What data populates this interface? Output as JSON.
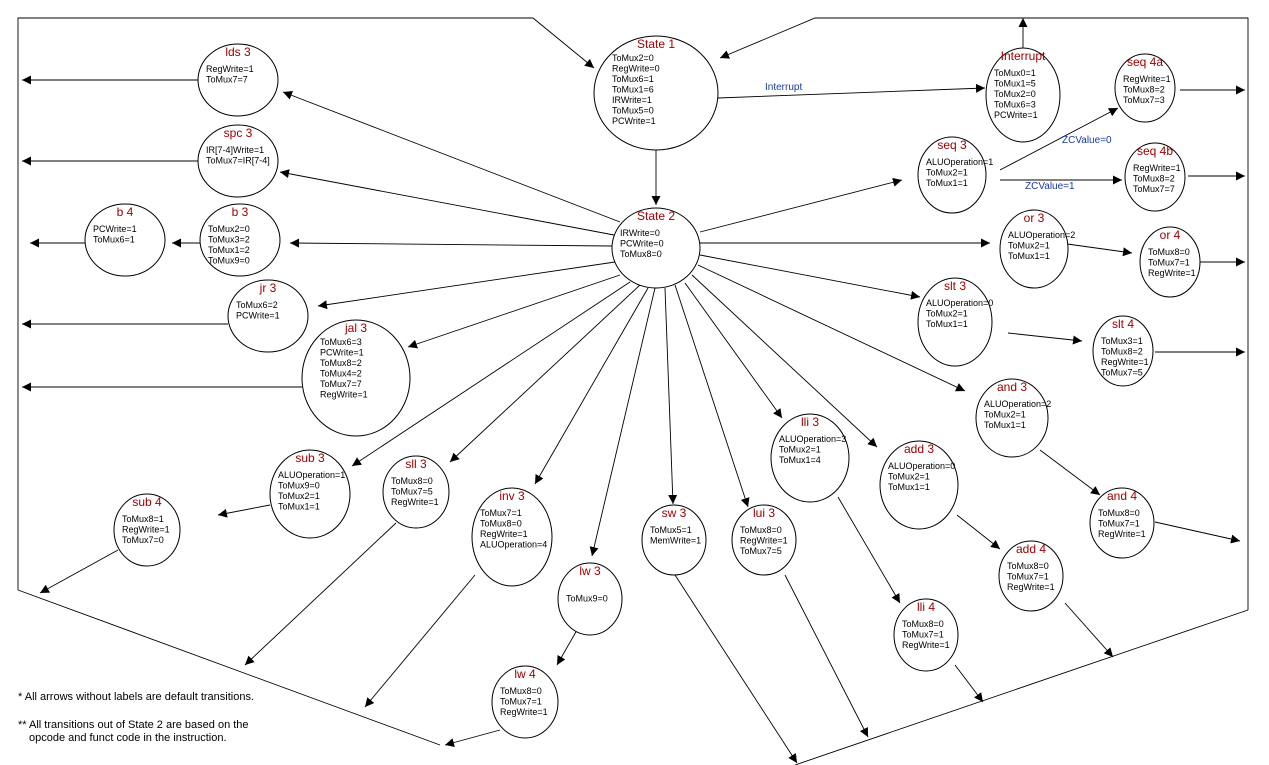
{
  "states": [
    {
      "id": "state1",
      "title": "State 1",
      "lines": [
        "ToMux2=0",
        "RegWrite=0",
        "ToMux6=1",
        "ToMux1=6",
        "IRWrite=1",
        "ToMux5=0",
        "PCWrite=1"
      ]
    },
    {
      "id": "state2",
      "title": "State 2",
      "lines": [
        "IRWrite=0",
        "PCWrite=0",
        "ToMux8=0"
      ]
    },
    {
      "id": "lds3",
      "title": "lds 3",
      "lines": [
        "RegWrite=1",
        "ToMux7=7"
      ]
    },
    {
      "id": "spc3",
      "title": "spc 3",
      "lines": [
        "IR[7-4]Write=1",
        "ToMux7=IR[7-4]"
      ]
    },
    {
      "id": "b3",
      "title": "b 3",
      "lines": [
        "ToMux2=0",
        "ToMux3=2",
        "ToMux1=2",
        "ToMux9=0"
      ]
    },
    {
      "id": "b4",
      "title": "b 4",
      "lines": [
        "PCWrite=1",
        "ToMux6=1"
      ]
    },
    {
      "id": "jr3",
      "title": "jr 3",
      "lines": [
        "ToMux6=2",
        "PCWrite=1"
      ]
    },
    {
      "id": "jal3",
      "title": "jal 3",
      "lines": [
        "ToMux6=3",
        "PCWrite=1",
        "ToMux8=2",
        "ToMux4=2",
        "ToMux7=7",
        "RegWrite=1"
      ]
    },
    {
      "id": "sub3",
      "title": "sub 3",
      "lines": [
        "ALUOperation=1",
        "ToMux9=0",
        "ToMux2=1",
        "ToMux1=1"
      ]
    },
    {
      "id": "sub4",
      "title": "sub 4",
      "lines": [
        "ToMux8=1",
        "RegWrite=1",
        "ToMux7=0"
      ]
    },
    {
      "id": "sll3",
      "title": "sll 3",
      "lines": [
        "ToMux8=0",
        "ToMux7=5",
        "RegWrite=1"
      ]
    },
    {
      "id": "inv3",
      "title": "inv 3",
      "lines": [
        "ToMux7=1",
        "ToMux8=0",
        "RegWrite=1",
        "ALUOperation=4"
      ]
    },
    {
      "id": "lw3",
      "title": "lw 3",
      "lines": [
        "",
        "ToMux9=0"
      ]
    },
    {
      "id": "lw4",
      "title": "lw 4",
      "lines": [
        "ToMux8=0",
        "ToMux7=1",
        "RegWrite=1"
      ]
    },
    {
      "id": "sw3",
      "title": "sw 3",
      "lines": [
        "ToMux5=1",
        "MemWrite=1"
      ]
    },
    {
      "id": "lui3",
      "title": "lui 3",
      "lines": [
        "ToMux8=0",
        "RegWrite=1",
        "ToMux7=5"
      ]
    },
    {
      "id": "lli3",
      "title": "lli 3",
      "lines": [
        "ALUOperation=3",
        "ToMux2=1",
        "ToMux1=4"
      ]
    },
    {
      "id": "lli4",
      "title": "lli 4",
      "lines": [
        "ToMux8=0",
        "ToMux7=1",
        "RegWrite=1"
      ]
    },
    {
      "id": "add3",
      "title": "add 3",
      "lines": [
        "ALUOperation=0",
        "ToMux2=1",
        "ToMux1=1"
      ]
    },
    {
      "id": "add4",
      "title": "add 4",
      "lines": [
        "ToMux8=0",
        "ToMux7=1",
        "RegWrite=1"
      ]
    },
    {
      "id": "and3",
      "title": "and 3",
      "lines": [
        "ALUOperation=2",
        "ToMux2=1",
        "ToMux1=1"
      ]
    },
    {
      "id": "and4",
      "title": "and 4",
      "lines": [
        "ToMux8=0",
        "ToMux7=1",
        "RegWrite=1"
      ]
    },
    {
      "id": "slt3",
      "title": "slt 3",
      "lines": [
        "ALUOperation=0",
        "ToMux2=1",
        "ToMux1=1"
      ]
    },
    {
      "id": "slt4",
      "title": "slt 4",
      "lines": [
        "ToMux3=1",
        "ToMux8=2",
        "RegWrite=1",
        "ToMux7=5"
      ]
    },
    {
      "id": "or3",
      "title": "or 3",
      "lines": [
        "ALUOperation=2",
        "ToMux2=1",
        "ToMux1=1"
      ]
    },
    {
      "id": "or4",
      "title": "or 4",
      "lines": [
        "ToMux8=0",
        "ToMux7=1",
        "RegWrite=1"
      ]
    },
    {
      "id": "seq3",
      "title": "seq 3",
      "lines": [
        "ALUOperation=1",
        "ToMux2=1",
        "ToMux1=1"
      ]
    },
    {
      "id": "seq4a",
      "title": "seq 4a",
      "lines": [
        "RegWrite=1",
        "ToMux8=2",
        "ToMux7=3"
      ]
    },
    {
      "id": "seq4b",
      "title": "seq 4b",
      "lines": [
        "RegWrite=1",
        "ToMux8=2",
        "ToMux7=7"
      ]
    },
    {
      "id": "interrupt",
      "title": "Interrupt",
      "lines": [
        "ToMux0=1",
        "ToMux1=5",
        "ToMux2=0",
        "ToMux6=3",
        "PCWrite=1"
      ]
    }
  ],
  "edge_labels": {
    "interrupt": "Interrupt",
    "zc0": "ZCValue=0",
    "zc1": "ZCValue=1"
  },
  "notes": {
    "note1": "* All arrows without labels are default transitions.",
    "note2a": "** All transitions out of State 2 are based on the",
    "note2b": "opcode and funct code in the instruction."
  },
  "colors": {
    "state_title": "#a00000",
    "edge_label": "#1a3aa0"
  }
}
